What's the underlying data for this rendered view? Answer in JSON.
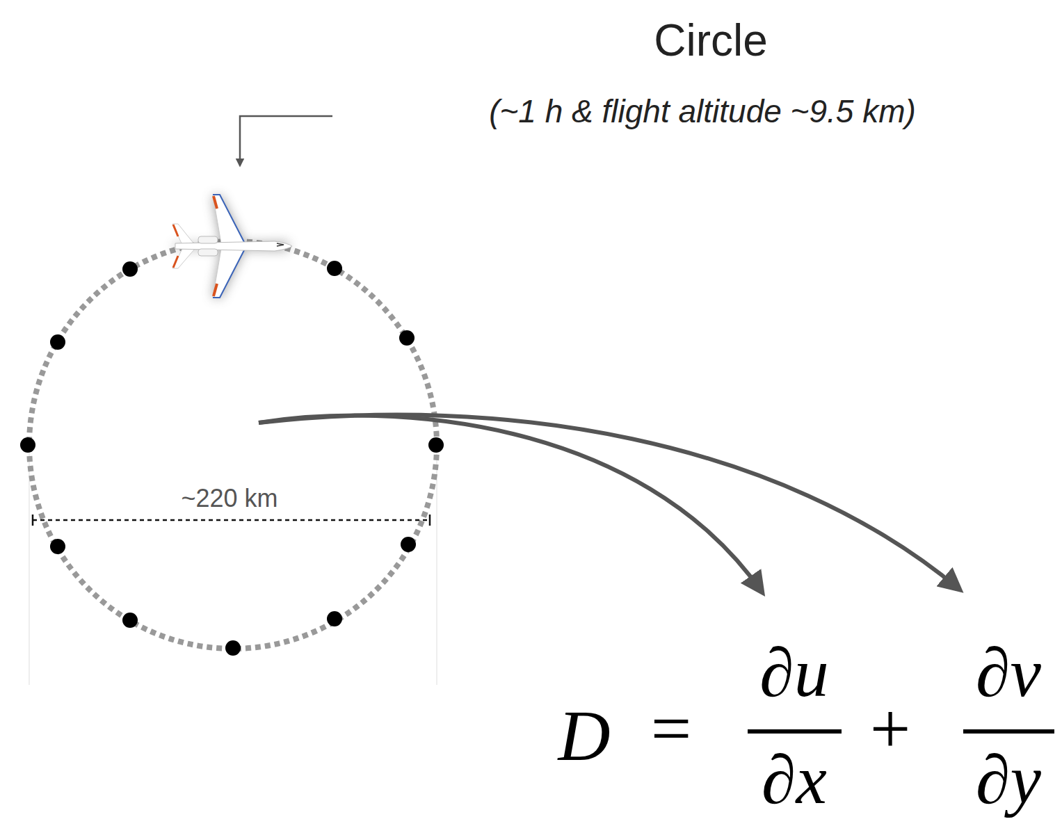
{
  "diagram": {
    "title": "Circle",
    "labels": [
      "(~1 h & flight altitude ~9.5 km)",
      "~220 km",
      "D",
      "=",
      "∂u",
      "∂x",
      "+",
      "∂v",
      "∂y"
    ]
  }
}
